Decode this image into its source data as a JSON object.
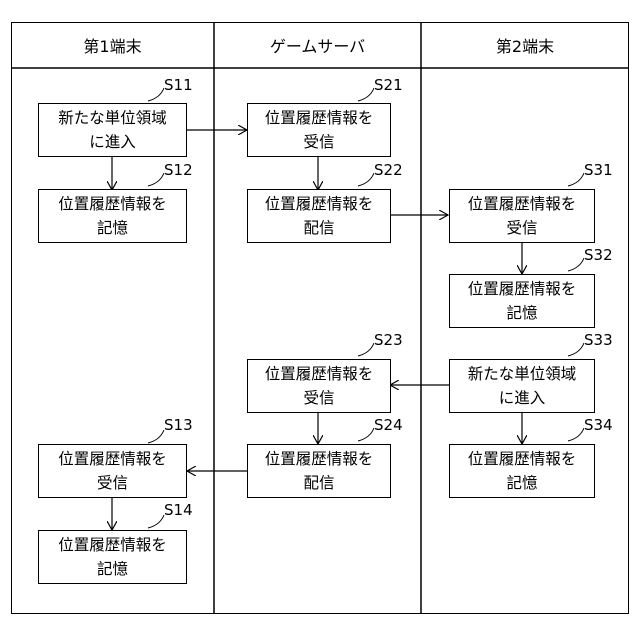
{
  "lanes": [
    {
      "id": "terminal1",
      "title": "第1端末"
    },
    {
      "id": "server",
      "title": "ゲームサーバ"
    },
    {
      "id": "terminal2",
      "title": "第2端末"
    }
  ],
  "steps": {
    "S11": {
      "label": "S11",
      "text": "新たな単位領域\nに進入"
    },
    "S12": {
      "label": "S12",
      "text": "位置履歴情報を\n記憶"
    },
    "S13": {
      "label": "S13",
      "text": "位置履歴情報を\n受信"
    },
    "S14": {
      "label": "S14",
      "text": "位置履歴情報を\n記憶"
    },
    "S21": {
      "label": "S21",
      "text": "位置履歴情報を\n受信"
    },
    "S22": {
      "label": "S22",
      "text": "位置履歴情報を\n配信"
    },
    "S23": {
      "label": "S23",
      "text": "位置履歴情報を\n受信"
    },
    "S24": {
      "label": "S24",
      "text": "位置履歴情報を\n配信"
    },
    "S31": {
      "label": "S31",
      "text": "位置履歴情報を\n受信"
    },
    "S32": {
      "label": "S32",
      "text": "位置履歴情報を\n記憶"
    },
    "S33": {
      "label": "S33",
      "text": "新たな単位領域\nに進入"
    },
    "S34": {
      "label": "S34",
      "text": "位置履歴情報を\n記憶"
    }
  },
  "edges": [
    [
      "S11",
      "S12"
    ],
    [
      "S11",
      "S21"
    ],
    [
      "S21",
      "S22"
    ],
    [
      "S22",
      "S31"
    ],
    [
      "S31",
      "S32"
    ],
    [
      "S33",
      "S23"
    ],
    [
      "S33",
      "S34"
    ],
    [
      "S23",
      "S24"
    ],
    [
      "S24",
      "S13"
    ],
    [
      "S13",
      "S14"
    ]
  ]
}
